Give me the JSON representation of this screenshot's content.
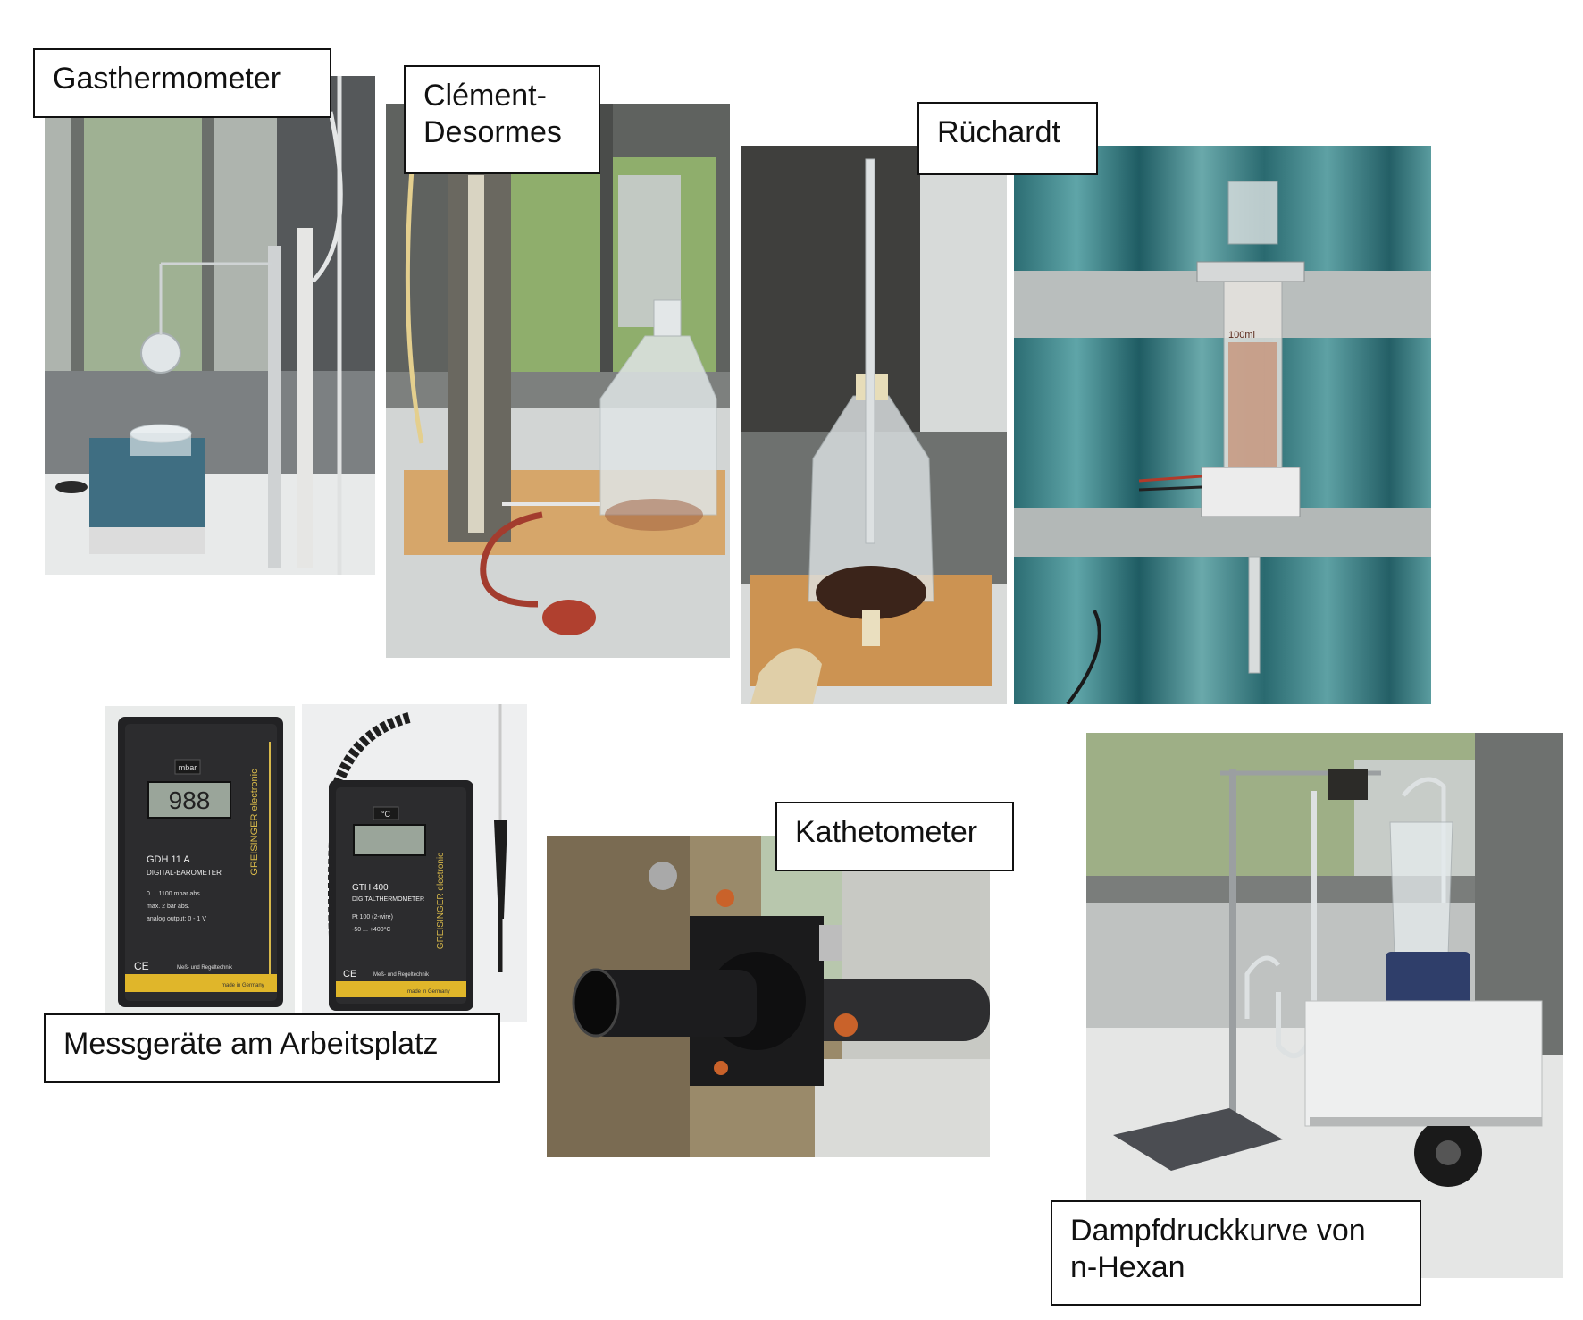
{
  "labels": {
    "gasthermometer": "Gasthermometer",
    "clement_line1": "Clément-",
    "clement_line2": "Desormes",
    "ruechardt": "Rüchardt",
    "messgeraete": "Messgeräte am Arbeitsplatz",
    "kathetometer": "Kathetometer",
    "dampfdruck_line1": "Dampfdruckkurve von",
    "dampfdruck_line2": "n-Hexan"
  },
  "barometer": {
    "unit": "mbar",
    "reading": "988",
    "brand": "GREISINGER electronic",
    "model": "GDH 11 A",
    "type": "DIGITAL-BAROMETER",
    "spec1": "0 ... 1100 mbar abs.",
    "spec2": "max. 2 bar abs.",
    "spec3": "analog output: 0 - 1 V",
    "maker": "Meß- und Regeltechnik",
    "origin": "made in Germany"
  },
  "thermometer": {
    "unit": "°C",
    "brand": "GREISINGER electronic",
    "model": "GTH 400",
    "type": "DIGITALTHERMOMETER",
    "spec1": "Pt 100 (2-wire)",
    "spec2": "-50 ... +400°C",
    "maker": "Meß- und Regeltechnik",
    "origin": "made in Germany"
  },
  "cylinder": {
    "mark": "100ml"
  }
}
